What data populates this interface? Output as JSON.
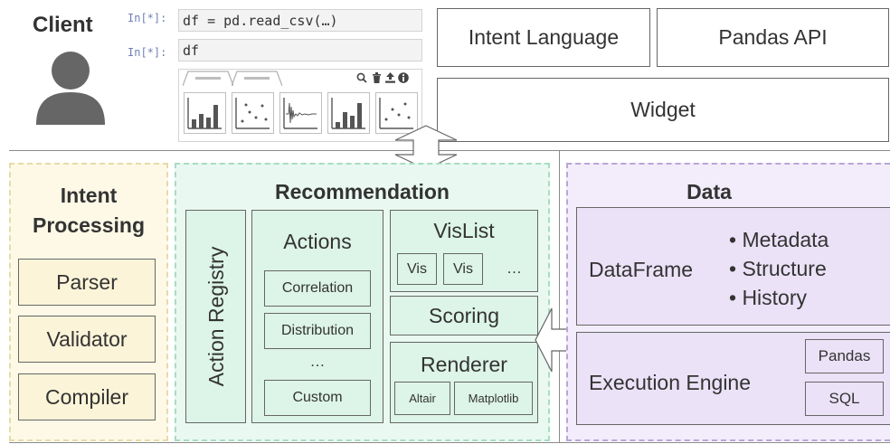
{
  "client": {
    "label": "Client",
    "cells": [
      {
        "prompt": "In[*]:",
        "code": "df = pd.read_csv(…)"
      },
      {
        "prompt": "In[*]:",
        "code": "df"
      }
    ],
    "widget_icons": [
      "search-icon",
      "trash-icon",
      "upload-icon",
      "info-icon"
    ],
    "thumbnails": [
      "bar-chart-thumb",
      "scatter-thumb",
      "line-thumb",
      "bar-chart-thumb",
      "scatter-thumb"
    ]
  },
  "api": {
    "intent_language": "Intent Language",
    "pandas_api": "Pandas API",
    "widget": "Widget"
  },
  "intent_processing": {
    "title_line1": "Intent",
    "title_line2": "Processing",
    "steps": [
      "Parser",
      "Validator",
      "Compiler"
    ]
  },
  "recommendation": {
    "title": "Recommendation",
    "action_registry": "Action Registry",
    "actions": {
      "title": "Actions",
      "items": [
        "Correlation",
        "Distribution",
        "…",
        "Custom"
      ]
    },
    "vislist": {
      "title": "VisList",
      "items": [
        "Vis",
        "Vis",
        "…"
      ]
    },
    "scoring": "Scoring",
    "renderer": {
      "title": "Renderer",
      "items": [
        "Altair",
        "Matplotlib"
      ]
    }
  },
  "data": {
    "title": "Data",
    "dataframe": {
      "label": "DataFrame",
      "bullets": [
        "• Metadata",
        "• Structure",
        "• History"
      ]
    },
    "execution_engine": {
      "label": "Execution Engine",
      "backends": [
        "Pandas",
        "SQL"
      ]
    }
  },
  "colors": {
    "intent_fill": "#fdf9e6",
    "intent_border": "#e6dca8",
    "rec_fill": "#e9f9f1",
    "rec_border": "#a8dcc3",
    "data_fill": "#f2ecfb",
    "data_border": "#b9a6d8",
    "avatar": "#666666",
    "text": "#333333"
  }
}
